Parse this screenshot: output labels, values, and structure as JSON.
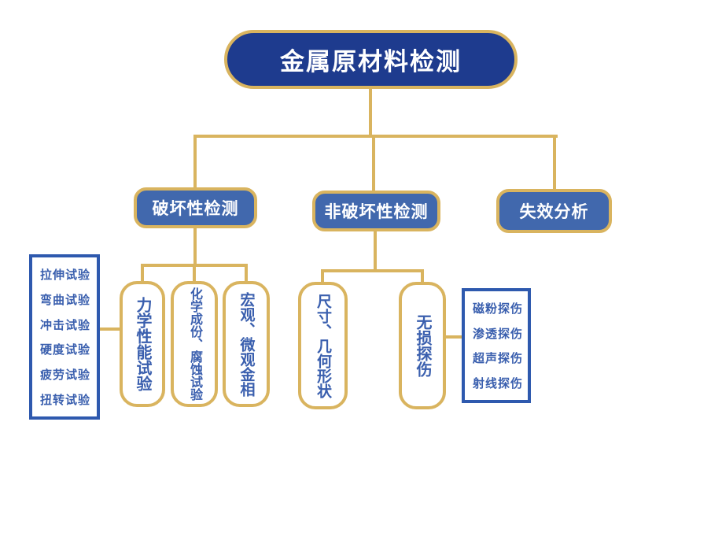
{
  "root": {
    "label": "金属原材料检测"
  },
  "branches": {
    "destructive": {
      "label": "破坏性检测",
      "children": [
        {
          "label": "力学性能试验"
        },
        {
          "label": "化学成份、腐蚀试验"
        },
        {
          "label": "宏观、微观金相"
        }
      ]
    },
    "nondestructive": {
      "label": "非破坏性检测",
      "children": [
        {
          "label": "尺寸、几何形状"
        },
        {
          "label": "无损探伤"
        }
      ]
    },
    "failure": {
      "label": "失效分析"
    }
  },
  "mechanical_test_list": {
    "items": [
      "拉伸试验",
      "弯曲试验",
      "冲击试验",
      "硬度试验",
      "疲劳试验",
      "扭转试验"
    ]
  },
  "flaw_detection_list": {
    "items": [
      "磁粉探伤",
      "渗透探伤",
      "超声探伤",
      "射线探伤"
    ]
  },
  "colors": {
    "navy": "#1e3b8e",
    "node_blue": "#4168ad",
    "gold": "#d9b45f",
    "list_border_blue": "#2e59ae",
    "text_blue": "#3a5fae",
    "text_white": "#ffffff",
    "background": "#ffffff"
  }
}
